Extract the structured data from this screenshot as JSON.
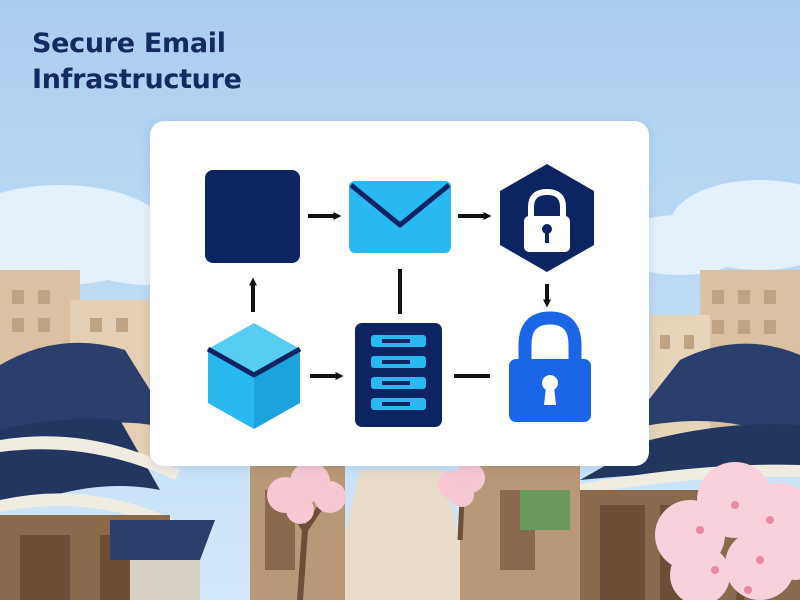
{
  "title_lines": [
    "Secure Email",
    "Infrastructure"
  ],
  "colors": {
    "navy": "#0d2463",
    "sky_blue": "#29b8ef",
    "royal_blue": "#1a66e6",
    "title": "#152a63",
    "sky": "#bcdcf6",
    "card": "#ffffff",
    "arrow": "#111111"
  },
  "diagram": {
    "nodes": [
      {
        "id": "navy-square",
        "icon": "square-icon"
      },
      {
        "id": "email",
        "icon": "envelope-icon"
      },
      {
        "id": "hex-lock",
        "icon": "hexagon-padlock-icon"
      },
      {
        "id": "cube",
        "icon": "cube-icon"
      },
      {
        "id": "server",
        "icon": "server-rack-icon"
      },
      {
        "id": "padlock",
        "icon": "padlock-icon"
      }
    ],
    "edges": [
      {
        "from": "navy-square",
        "to": "email",
        "arrow": true
      },
      {
        "from": "email",
        "to": "hex-lock",
        "arrow": true
      },
      {
        "from": "hex-lock",
        "to": "padlock",
        "arrow": true
      },
      {
        "from": "cube",
        "to": "navy-square",
        "arrow": true
      },
      {
        "from": "cube",
        "to": "server",
        "arrow": true
      },
      {
        "from": "email",
        "to": "server",
        "arrow": false
      },
      {
        "from": "server",
        "to": "padlock",
        "arrow": false
      }
    ]
  }
}
